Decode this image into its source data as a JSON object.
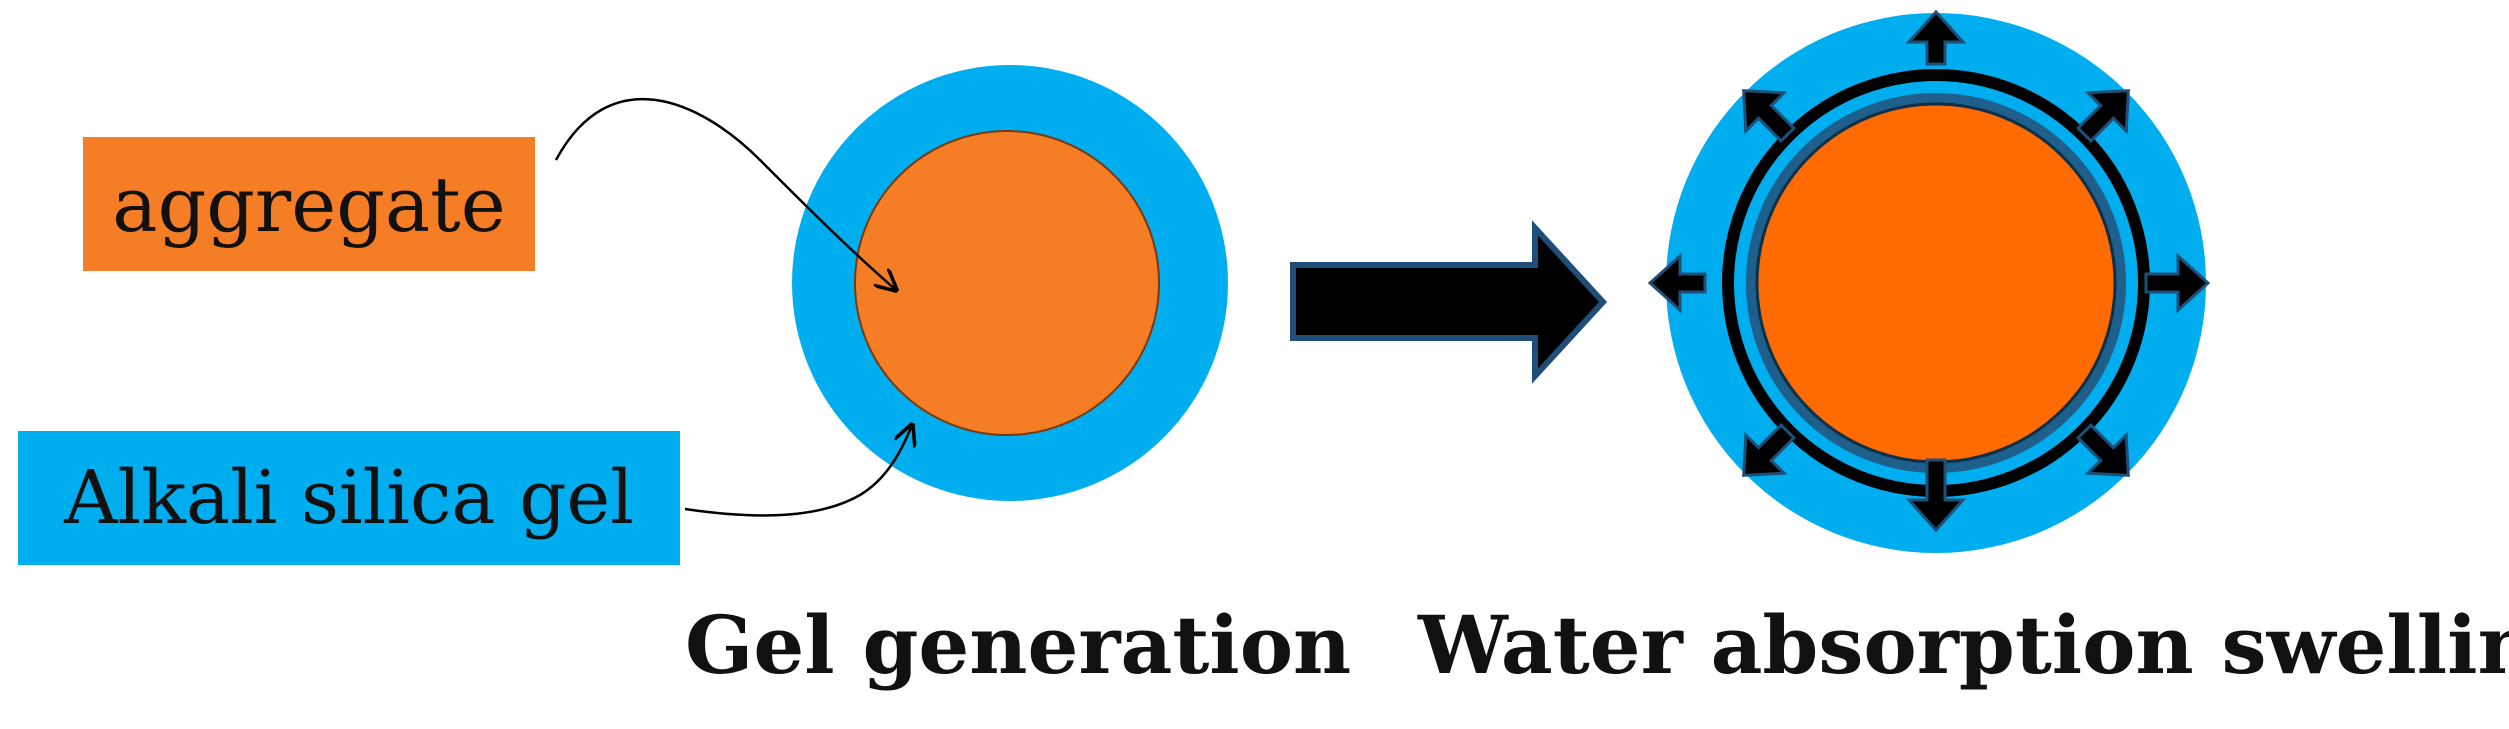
{
  "labels": {
    "aggregate": "aggregate",
    "alkali_silica_gel": "Alkali silica gel"
  },
  "captions": {
    "gel_generation": "Gel generation",
    "water_absorption_swelling": "Water absorption swelling"
  },
  "colors": {
    "aggregate_orange": "#f47d26",
    "aggregate_orange_swollen": "#ff6b00",
    "gel_blue": "#00aeef",
    "arrow_black": "#000000",
    "arrow_outline": "#1f4e79",
    "text": "#111111",
    "background": "#ffffff"
  },
  "icons": {
    "process_arrow": "right-block-arrow-icon",
    "expansion_arrows": "outward-arrow-icon"
  }
}
